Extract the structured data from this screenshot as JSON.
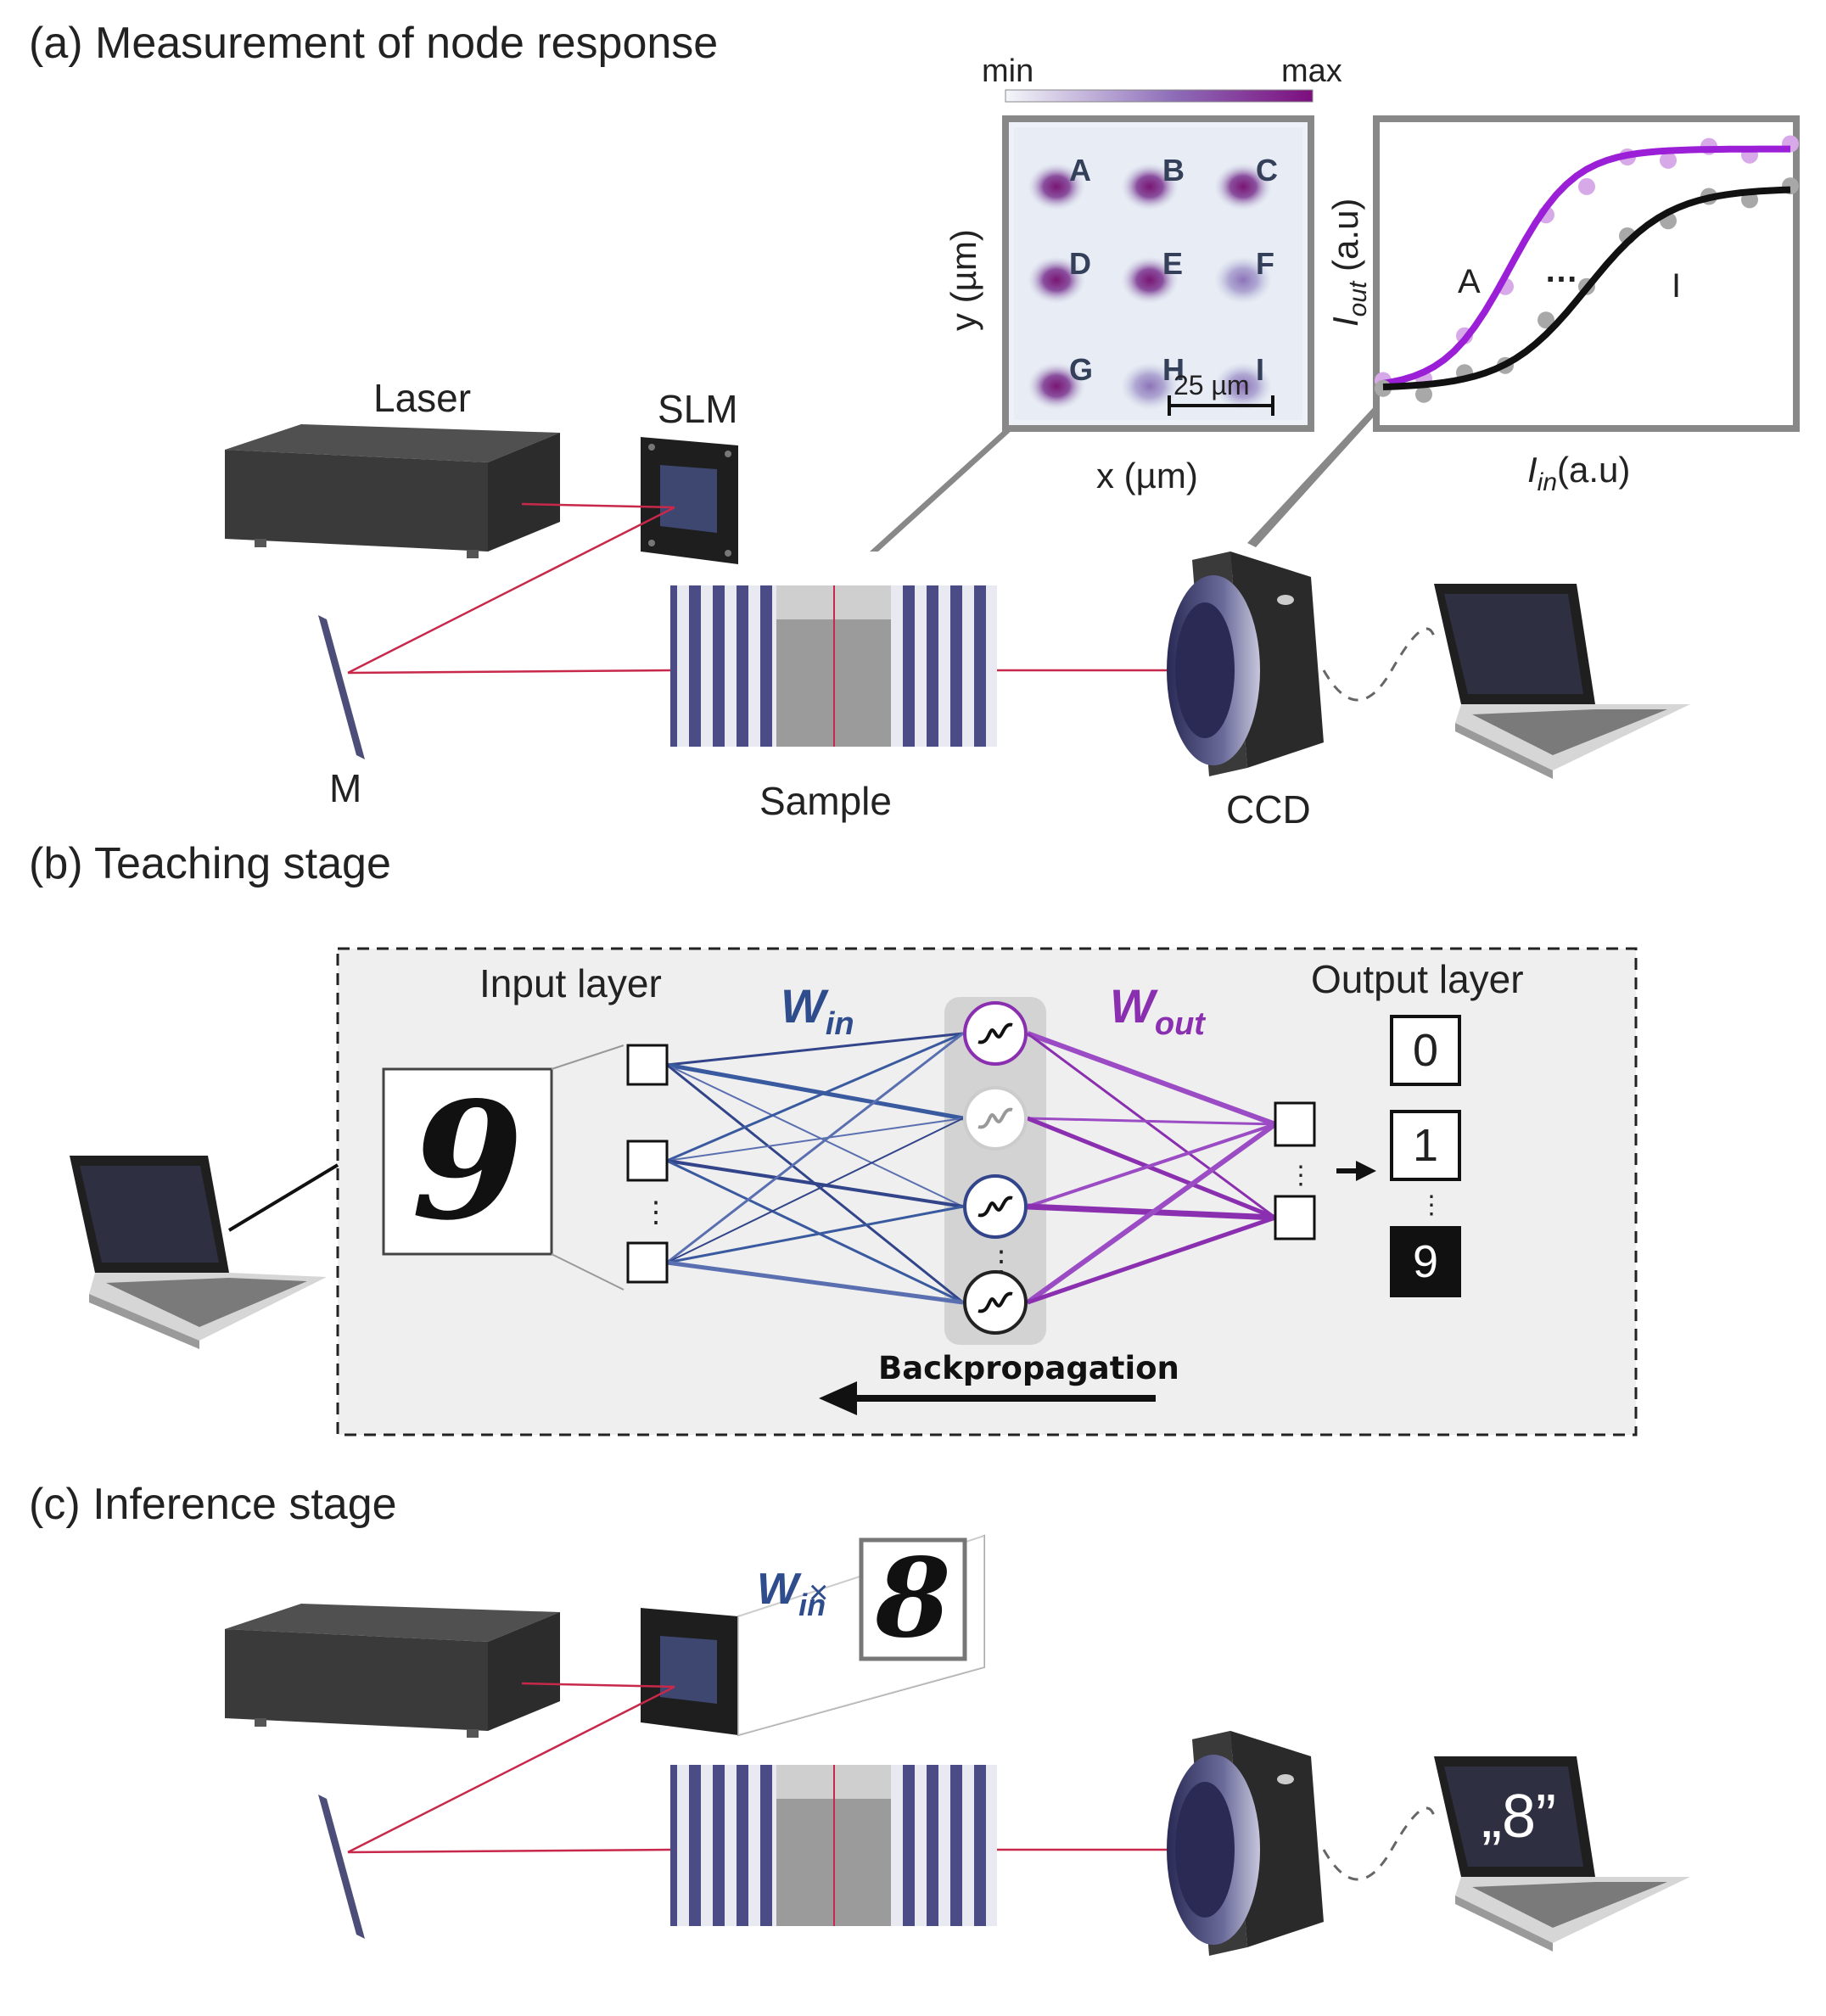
{
  "panels": {
    "a": {
      "title": "(a) Measurement of node response",
      "laser": "Laser",
      "slm": "SLM",
      "mirror": "M",
      "sample": "Sample",
      "ccd": "CCD",
      "colorbar": {
        "min": "min",
        "max": "max",
        "gradient": [
          "#f4f6fa",
          "#8d6cb8",
          "#7d0e7e"
        ]
      },
      "spot_map": {
        "spots": [
          "A",
          "B",
          "C",
          "D",
          "E",
          "F",
          "G",
          "H",
          "I"
        ],
        "scale_bar": "25 µm",
        "x_label": "x (µm)",
        "y_label": "y (µm)"
      },
      "response_plot": {
        "y_label_main": "I",
        "y_label_sub": "out",
        "y_label_unit": " (a.u)",
        "x_label_main": "I",
        "x_label_sub": "in",
        "x_label_unit": "(a.u)",
        "curve_a_label": "A",
        "curve_i_label": "I",
        "dots": "…"
      }
    },
    "b": {
      "title": "(b) Teaching stage",
      "input_layer": "Input layer",
      "output_layer": "Output layer",
      "w_in_main": "W",
      "w_in_sub": "in",
      "w_out_main": "W",
      "w_out_sub": "out",
      "digit": "9",
      "outputs": [
        "0",
        "1",
        "9"
      ],
      "backprop": "Backpropagation"
    },
    "c": {
      "title": "(c) Inference stage",
      "w_in_main": "W",
      "w_in_sub": "in",
      "times": "×",
      "digit": "8",
      "result": "„8”"
    }
  },
  "colors": {
    "laser_beam": "#c8284a",
    "w_in": "#2f4d8c",
    "w_out": "#8a2fb0",
    "curve_a": "#9b1fd6",
    "curve_i": "#111111",
    "device": "#3a3a3a"
  },
  "chart_data": {
    "type": "line",
    "xlabel": "Iin (a.u)",
    "ylabel": "Iout (a.u)",
    "series": [
      {
        "name": "A",
        "x": [
          0,
          1,
          2,
          3,
          4,
          5,
          6,
          7,
          8,
          9,
          10
        ],
        "y": [
          0.05,
          0.1,
          0.22,
          0.45,
          0.68,
          0.83,
          0.9,
          0.93,
          0.94,
          0.95,
          0.95
        ]
      },
      {
        "name": "I",
        "x": [
          0,
          1,
          2,
          3,
          4,
          5,
          6,
          7,
          8,
          9,
          10
        ],
        "y": [
          0.02,
          0.04,
          0.08,
          0.15,
          0.28,
          0.45,
          0.6,
          0.7,
          0.75,
          0.78,
          0.79
        ]
      }
    ]
  }
}
